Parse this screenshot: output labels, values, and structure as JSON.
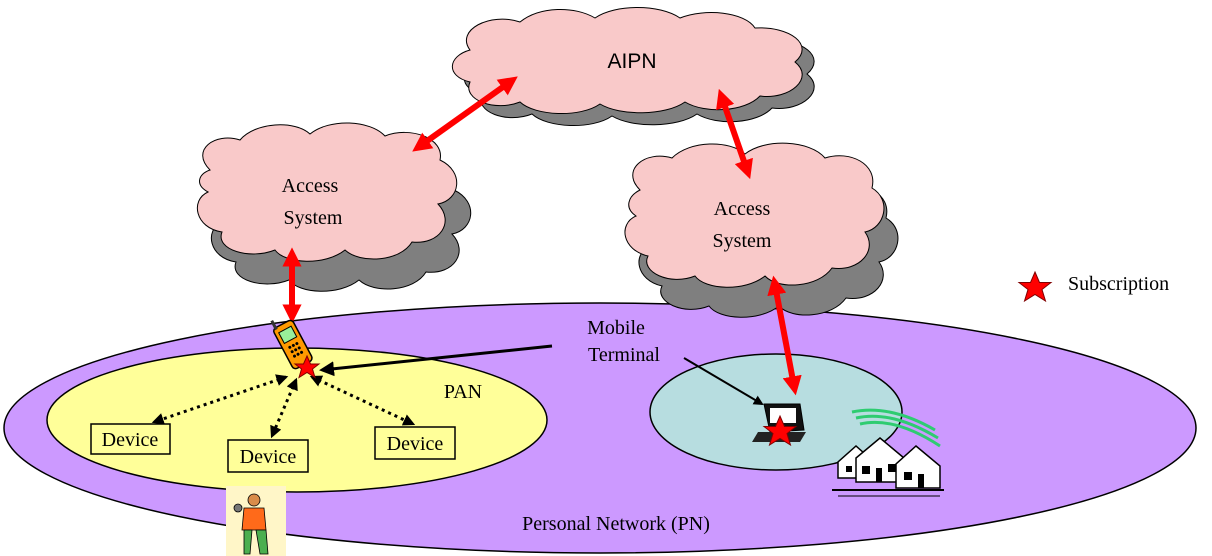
{
  "diagram": {
    "core_cloud_label": "AIPN",
    "access_left": {
      "line1": "Access",
      "line2": "System"
    },
    "access_right": {
      "line1": "Access",
      "line2": "System"
    },
    "mobile_terminal": {
      "line1": "Mobile",
      "line2": "Terminal"
    },
    "pan_label": "PAN",
    "pn_label": "Personal Network (PN)",
    "devices": [
      "Device",
      "Device",
      "Device"
    ],
    "legend": {
      "subscription_label": "Subscription"
    }
  },
  "colors": {
    "cloud_fill": "#f9c9c9",
    "cloud_shadow": "#7f7f7f",
    "pn_fill": "#cc99ff",
    "pan_fill": "#ffff99",
    "home_fill": "#b7dde0",
    "arrow_red": "#ff0000",
    "star_red": "#ff0000"
  }
}
